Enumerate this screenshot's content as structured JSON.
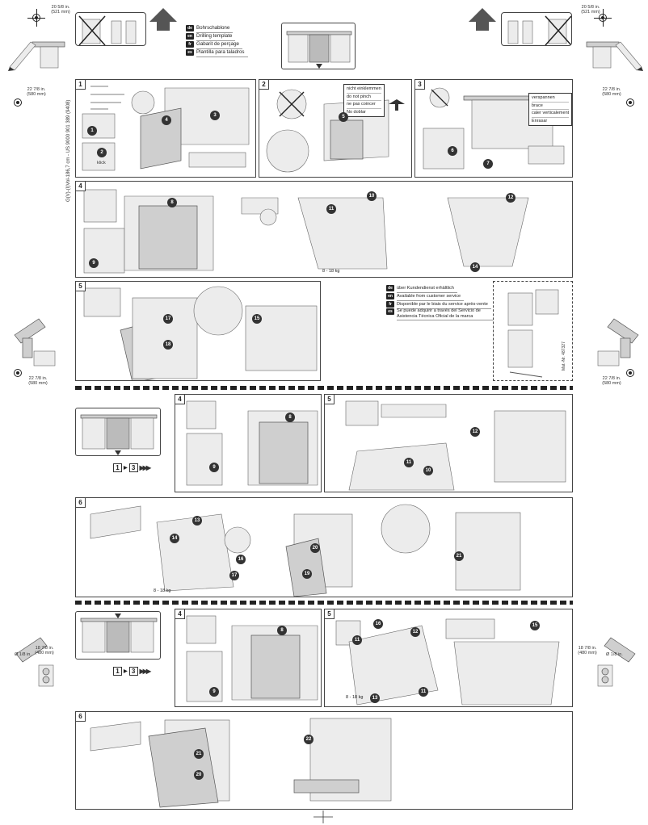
{
  "template_languages": [
    {
      "code": "de",
      "text": "Bohrschablone"
    },
    {
      "code": "en",
      "text": "Drilling template"
    },
    {
      "code": "fr",
      "text": "Gabarit de perçage"
    },
    {
      "code": "es",
      "text": "Plantilla para taladros"
    }
  ],
  "document_code": "G(V)-(I)Vol-186,7 cm - US  9000 901 389 (9408)",
  "dimensions": {
    "top_left": "20 5/8 in.\n(521 mm)",
    "top_right": "20 5/8 in.\n(521 mm)",
    "side_left": "22 7/8 in.\n(580 mm)",
    "side_right": "22 7/8 in.\n(580 mm)",
    "drill_left_low": "22 7/8 in.\n(580 mm)",
    "drill_right_low": "22 7/8 in.\n(580 mm)",
    "bottom_left": "18 7/8 in.\n(480 mm)",
    "bottom_right": "18 7/8 in.\n(480 mm)",
    "drill_small": "Ø 1/8 in."
  },
  "panel2_warning": [
    "nicht einklemmen",
    "do not pinch",
    "ne pas coincer",
    "No doblar"
  ],
  "panel3_warning": [
    "verspannen",
    "brace",
    "caler verticalement",
    "Enrasar"
  ],
  "service_languages": [
    {
      "code": "de",
      "text": "über Kundendienst erhältlich"
    },
    {
      "code": "en",
      "text": "Available from customer service"
    },
    {
      "code": "fr",
      "text": "Disponible par le biais du service après-vente"
    },
    {
      "code": "es",
      "text": "Se puede adquirir a través del Servicio de Asistencia Técnica Oficial de la marca"
    }
  ],
  "service_part": "Mat.-Nr. 487327",
  "click_label": "klick",
  "weight_label": "8 - 18 kg",
  "steps": {
    "s1": "1",
    "s2": "2",
    "s3": "3",
    "s4": "4",
    "s5": "5",
    "s4b": "4",
    "s5b": "5",
    "s6b": "6",
    "s4c": "4",
    "s5c": "5",
    "s6c": "6"
  },
  "step_nav": {
    "from": "1",
    "to": "3",
    "arrows": "▶▶▶"
  },
  "bubbles": [
    "1",
    "2",
    "3",
    "4",
    "5",
    "6",
    "7",
    "8",
    "9",
    "10",
    "11",
    "12",
    "13",
    "14",
    "15",
    "16",
    "17",
    "18",
    "19",
    "20",
    "21",
    "22"
  ]
}
